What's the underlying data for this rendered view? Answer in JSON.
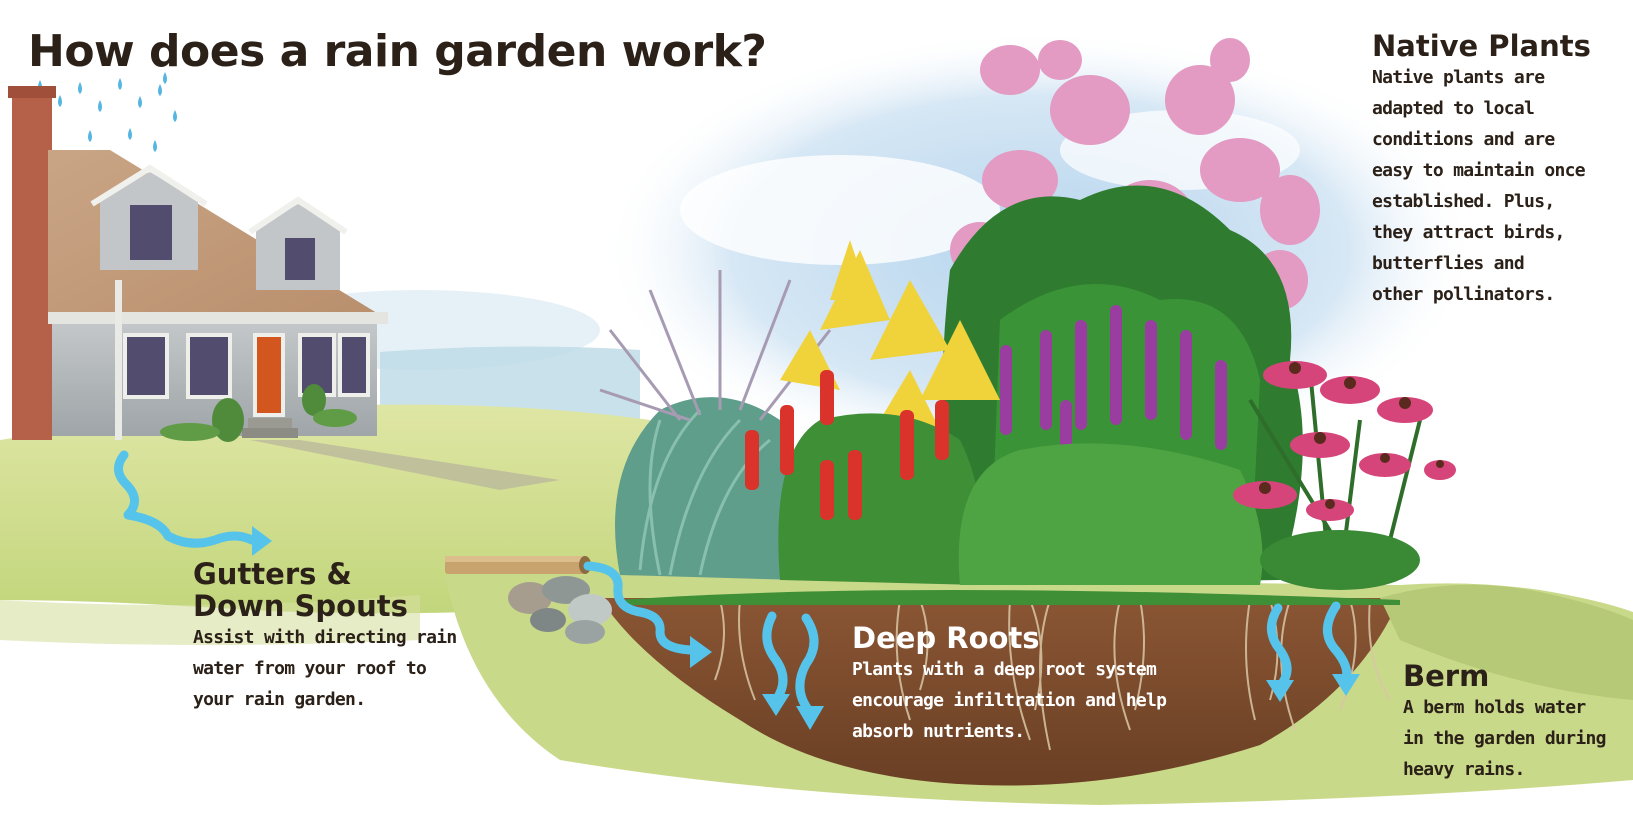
{
  "title": "How does a rain garden work?",
  "sections": {
    "native_plants": {
      "heading": "Native Plants",
      "lines": [
        "Native plants are",
        "adapted to local",
        "conditions and are",
        "easy to maintain once",
        "established. Plus,",
        "they attract birds,",
        "butterflies and",
        "other pollinators."
      ]
    },
    "gutters": {
      "heading_lines": [
        "Gutters &",
        "Down Spouts"
      ],
      "lines": [
        "Assist with directing rain",
        "water from your roof to",
        "your rain garden."
      ]
    },
    "deep_roots": {
      "heading": "Deep Roots",
      "lines": [
        "Plants with a deep root system",
        "encourage infiltration and help",
        "absorb nutrients."
      ]
    },
    "berm": {
      "heading": "Berm",
      "lines": [
        "A berm holds water",
        "in the garden during",
        "heavy rains."
      ]
    }
  },
  "colors": {
    "text_dark": "#2b2118",
    "text_light": "#ffffff",
    "water_arrow": "#56c3ea",
    "soil": "#7a4a2b",
    "lawn": "#c9d98a",
    "sky": "#b9d8ef"
  }
}
